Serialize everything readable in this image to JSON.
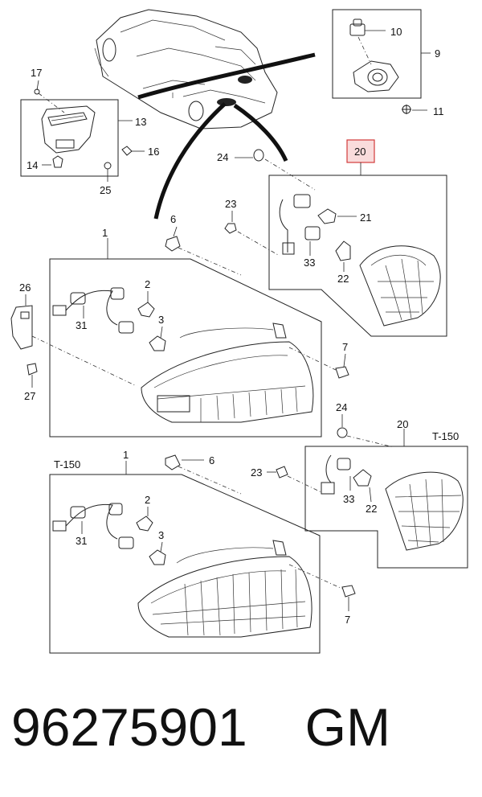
{
  "labels": {
    "l10": "10",
    "l9": "9",
    "l11": "11",
    "l17": "17",
    "l13": "13",
    "l16": "16",
    "l14": "14",
    "l25": "25",
    "l20_top": "20",
    "l24_top": "24",
    "l23_top": "23",
    "l21": "21",
    "l33_top": "33",
    "l22_top": "22",
    "l6_mid": "6",
    "l1_mid": "1",
    "l2_mid": "2",
    "l3_mid": "3",
    "l31_mid": "31",
    "l26": "26",
    "l27": "27",
    "l7_mid": "7",
    "l24_low": "24",
    "l20_low": "20",
    "t150_right": "T-150",
    "l23_low": "23",
    "l33_low": "33",
    "l22_low": "22",
    "t150_left": "T-150",
    "l1_low": "1",
    "l6_low": "6",
    "l2_low": "2",
    "l3_low": "3",
    "l31_low": "31",
    "l7_low": "7"
  },
  "footer": {
    "part_number": "96275901",
    "brand": "GM"
  },
  "colors": {
    "highlight_fill": "#f9dcdc",
    "highlight_stroke": "#d23b3b",
    "ink": "#222222"
  }
}
